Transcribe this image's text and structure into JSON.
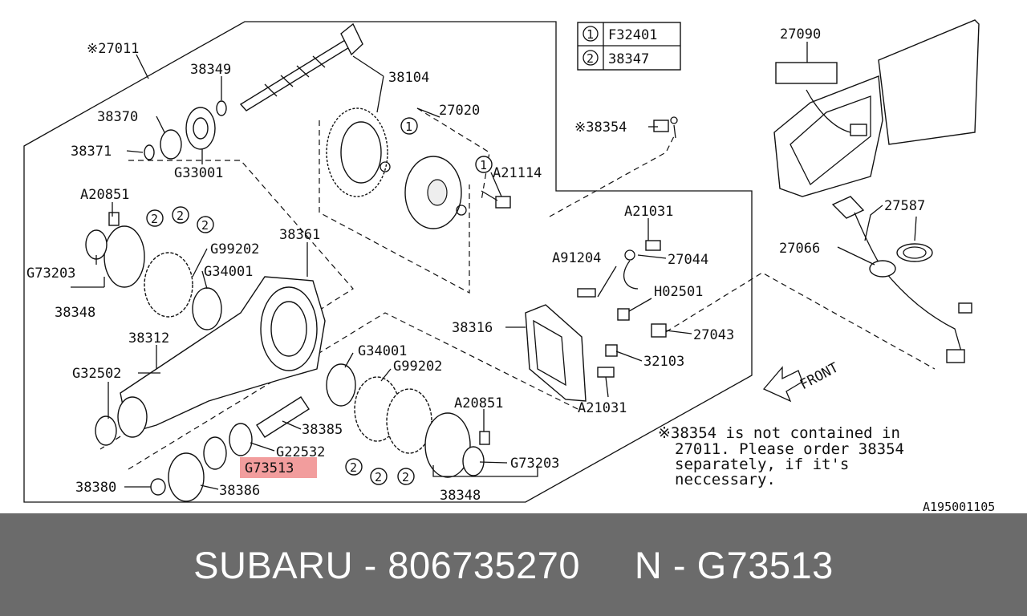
{
  "diagram": {
    "drawing_code": "A195001105",
    "highlighted_part": "G73513",
    "highlight_color": "#f08c8c",
    "legend": [
      {
        "symbol": "1",
        "part": "F32401"
      },
      {
        "symbol": "2",
        "part": "38347"
      }
    ],
    "labels": {
      "l27011": "※27011",
      "l38349": "38349",
      "l38104": "38104",
      "l38370": "38370",
      "l27020": "27020",
      "l38371": "38371",
      "lG33001": "G33001",
      "lA21114": "A21114",
      "lA20851a": "A20851",
      "l38361": "38361",
      "lG99202a": "G99202",
      "lG34001a": "G34001",
      "lG73203a": "G73203",
      "l38348a": "38348",
      "l38312": "38312",
      "lG32502": "G32502",
      "lG34001b": "G34001",
      "lG99202b": "G99202",
      "lA20851b": "A20851",
      "l38385": "38385",
      "lG22532": "G22532",
      "lG73513": "G73513",
      "lG73203b": "G73203",
      "l38380": "38380",
      "l38386": "38386",
      "l38348b": "38348",
      "l38354": "※38354",
      "lA21031a": "A21031",
      "lA91204": "A91204",
      "l27044": "27044",
      "lH02501": "H02501",
      "l38316": "38316",
      "l27043": "27043",
      "l32103": "32103",
      "lA21031b": "A21031",
      "l27090": "27090",
      "l27587": "27587",
      "l27066": "27066",
      "front": "FRONT",
      "c1a": "1",
      "c1b": "1",
      "c2a": "2",
      "c2b": "2",
      "c2c": "2",
      "c2d": "2",
      "c2e": "2",
      "c2f": "2"
    },
    "note_lines": [
      "※38354 is not contained in",
      "27011. Please order 38354",
      "separately, if it's",
      "neccessary."
    ]
  },
  "footer": {
    "text": "SUBARU - 806735270     N - G73513"
  }
}
